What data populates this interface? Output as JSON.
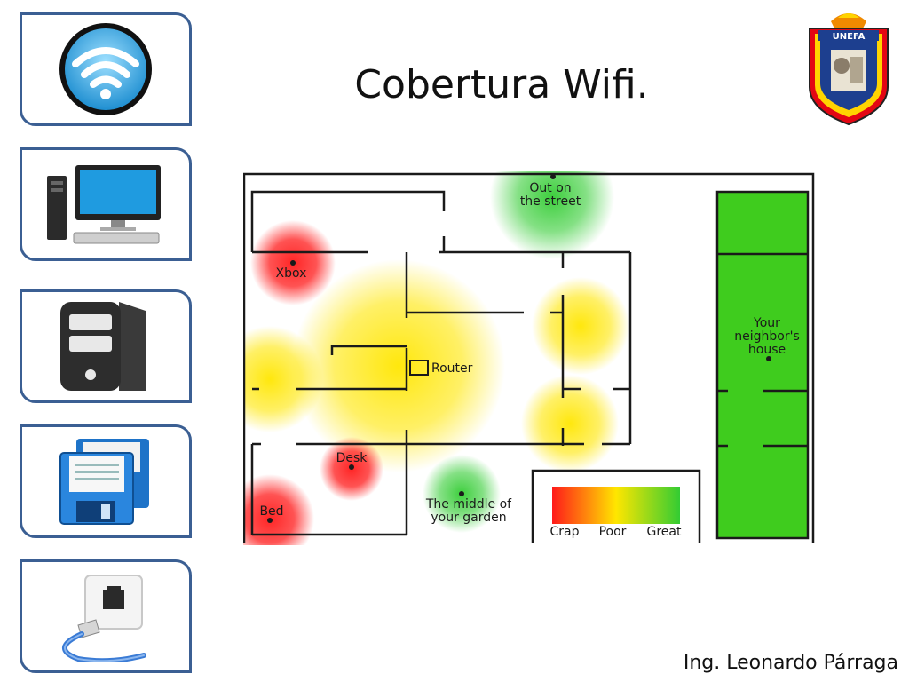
{
  "slide": {
    "title": "Cobertura Wifi.",
    "author": "Ing. Leonardo Párraga"
  },
  "logo": {
    "icon": "university-seal-icon",
    "text": "UNEFA"
  },
  "sidebar": {
    "items": [
      {
        "icon": "wifi-icon"
      },
      {
        "icon": "desktop-computer-icon"
      },
      {
        "icon": "server-tower-icon"
      },
      {
        "icon": "floppy-disks-icon"
      },
      {
        "icon": "ethernet-port-icon"
      }
    ]
  },
  "floor_plan": {
    "locations": [
      {
        "id": "street",
        "label_lines": [
          "Out on",
          "the street"
        ],
        "signal": "great"
      },
      {
        "id": "xbox",
        "label_lines": [
          "Xbox"
        ],
        "signal": "crap"
      },
      {
        "id": "router",
        "label_lines": [
          "Router"
        ],
        "signal": "poor"
      },
      {
        "id": "desk",
        "label_lines": [
          "Desk"
        ],
        "signal": "crap"
      },
      {
        "id": "bed",
        "label_lines": [
          "Bed"
        ],
        "signal": "crap"
      },
      {
        "id": "garden",
        "label_lines": [
          "The middle of",
          "your garden"
        ],
        "signal": "great"
      },
      {
        "id": "neighbor",
        "label_lines": [
          "Your",
          "neighbor's",
          "house"
        ],
        "signal": "great"
      }
    ],
    "legend": {
      "labels": [
        "Crap",
        "Poor",
        "Great"
      ],
      "colors": {
        "crap": "#ff1a1a",
        "poor": "#ffe600",
        "great": "#33cc33"
      }
    }
  }
}
